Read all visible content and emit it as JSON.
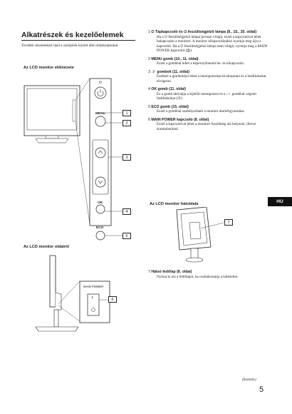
{
  "title": "Alkatrészek és kezelőelemek",
  "intro": "További részletekért lásd a zárójelek között álló oldalszámokat.",
  "front_view_heading": "Az LCD monitor elölnézete",
  "side_view_heading": "Az LCD monitor oldalról",
  "rear_view_heading": "Az LCD monitor hátoldala",
  "front_buttons": {
    "menu": "MENU",
    "ok": "OK",
    "eco": "ECO",
    "callouts": [
      "1",
      "2",
      "3",
      "4",
      "5"
    ]
  },
  "side_panel": {
    "main_power": "MAIN POWER",
    "switch_on": "I",
    "callout": "6"
  },
  "rear_callout": "7",
  "items": [
    {
      "num": "1",
      "head": "⏻ Tápkapcsoló és ⏻ feszültségjelző lámpa (8., 15., 20. oldal)",
      "body": "Ha a ⏻ feszültségjelző lámpa pirosan világít, ezzel a kapcsolóval lehet bekapcsolni a monitort. A monitor kikapcsolásához nyomja meg újra a kapcsolót. Ha a ⏻ feszültségjelző lámpa nem világít, nyomja meg a MAIN POWER kapcsolót (⑥)."
    },
    {
      "num": "2",
      "head": "MENU gomb (10., 11. oldal)",
      "body": "Ezzel a gombbal lehet a képernyőmenüt be- és kikapcsolni."
    },
    {
      "num": "3",
      "head": "↓/↑ gombok (11. oldal)",
      "body": "Ezekkel a gombokkal lehet a menüpontokat kiválasztani és a beállításokat elvégezni."
    },
    {
      "num": "4",
      "head": "OK gomb (11. oldal)",
      "body": "Ez a gomb aktiválja a kijelölt menüpontot és a ↓/↑ gombbal végzett beállításokat (③)."
    },
    {
      "num": "5",
      "head": "ECO gomb (15. oldal)",
      "body": "Ezzel a gombbal szabályozható a monitor áramfogyasztása."
    },
    {
      "num": "6",
      "head": "MAIN POWER kapcsoló (8. oldal)",
      "body": "Ezzel a kapcsolóval lehet a monitort feszültség alá helyezni, illetve áramtalanítani."
    }
  ],
  "rear_item": {
    "num": "7",
    "head": "Hátsó fedőlap (8. oldal)",
    "body": "Nyissa ki ezt a fedőlapot, ha csatlakoztatja a kábeleket."
  },
  "lang_tab": "HU",
  "continued": "(folytatás)",
  "page_number": "5"
}
